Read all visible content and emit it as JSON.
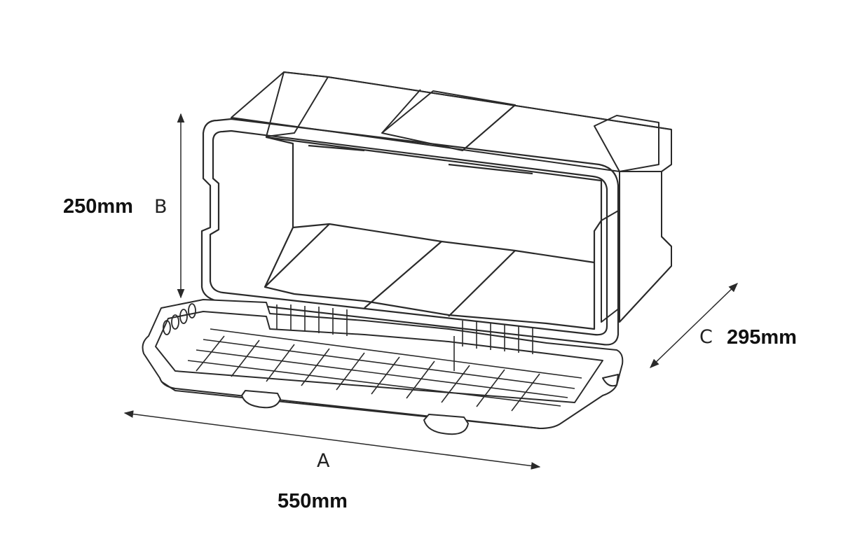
{
  "dimensions": {
    "height": {
      "letter": "B",
      "value": "250mm"
    },
    "depth": {
      "letter": "C",
      "value": "295mm"
    },
    "width": {
      "letter": "A",
      "value": "550mm"
    }
  },
  "colors": {
    "line": "#2a2a2a",
    "text": "#111111",
    "background": "#ffffff"
  }
}
